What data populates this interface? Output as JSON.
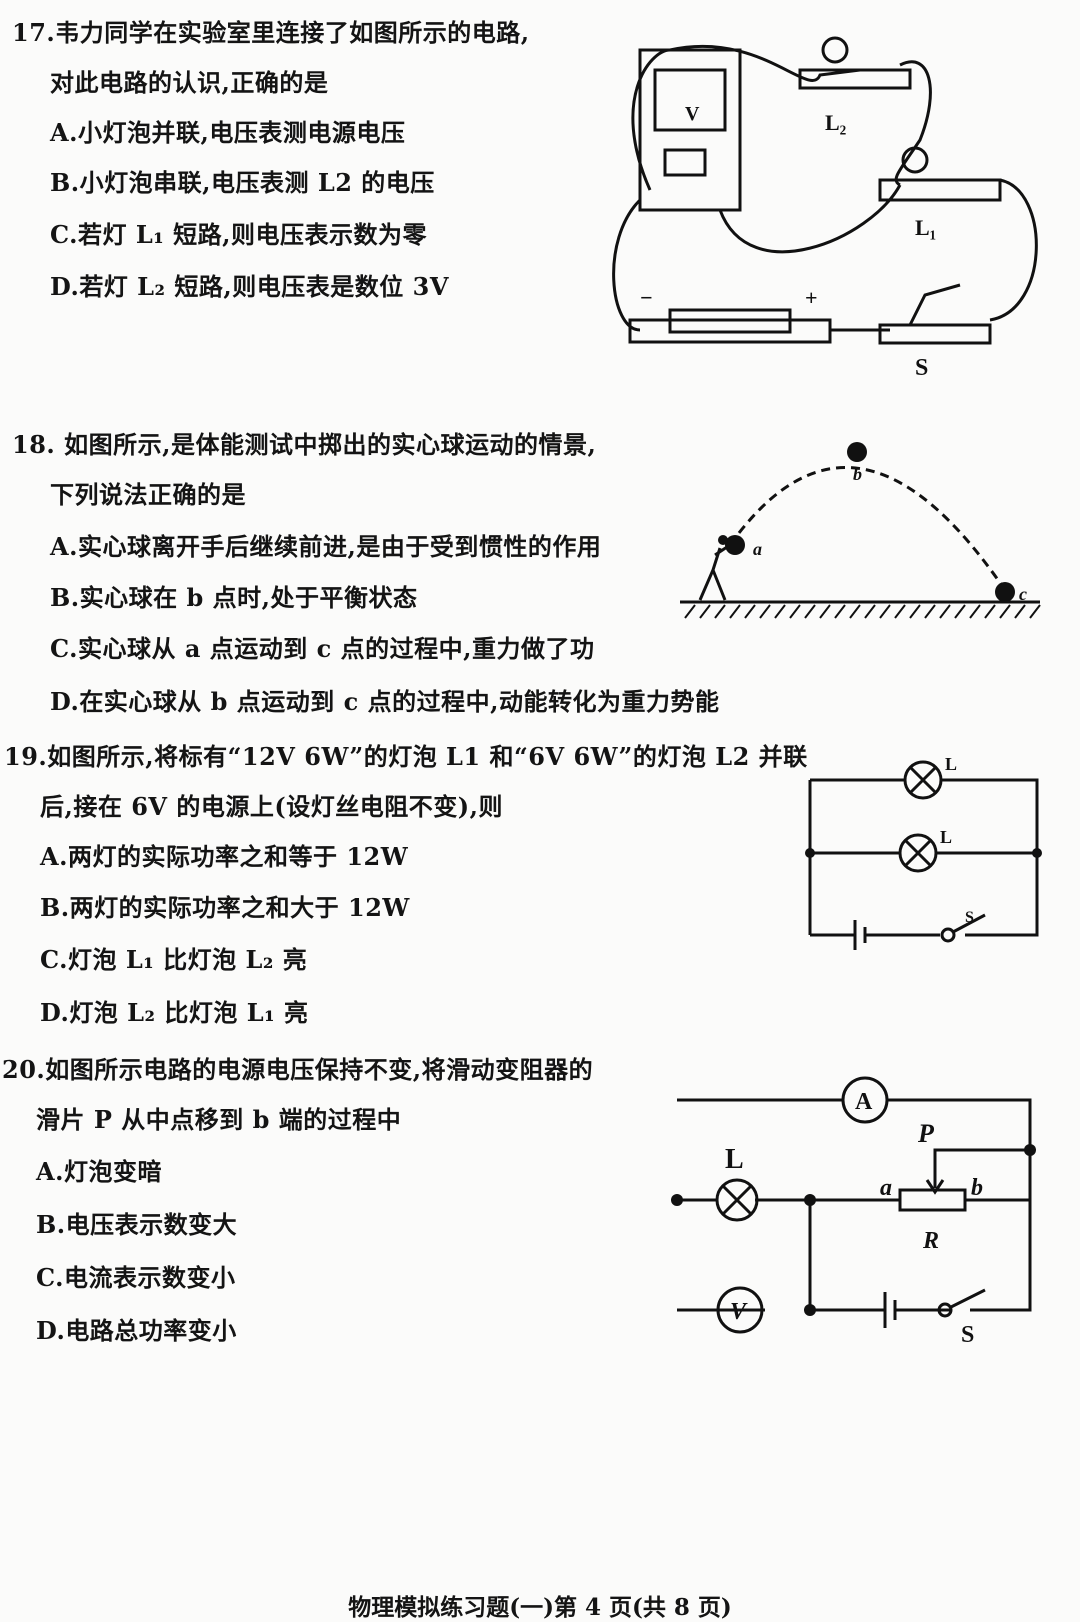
{
  "q17": {
    "stem": [
      "17.韦力同学在实验室里连接了如图所示的电路,",
      "对此电路的认识,正确的是"
    ],
    "options": [
      "A.小灯泡并联,电压表测电源电压",
      "B.小灯泡串联,电压表测 L2 的电压",
      "C.若灯 L₁ 短路,则电压表示数为零",
      "D.若灯 L₂ 短路,则电压表是数位 3V"
    ],
    "figure": {
      "meter": "V",
      "l2": "L₂",
      "l1": "L₁",
      "minus": "−",
      "plus": "+",
      "switch": "S"
    }
  },
  "q18": {
    "stem": [
      "18. 如图所示,是体能测试中掷出的实心球运动的情景,",
      "下列说法正确的是"
    ],
    "options": [
      "A.实心球离开手后继续前进,是由于受到惯性的作用",
      "B.实心球在 b 点时,处于平衡状态",
      "C.实心球从 a 点运动到 c 点的过程中,重力做了功",
      "D.在实心球从 b 点运动到 c 点的过程中,动能转化为重力势能"
    ],
    "figure": {
      "a": "a",
      "b": "b",
      "c": "c"
    }
  },
  "q19": {
    "stem": [
      "19.如图所示,将标有“12V 6W”的灯泡 L1 和“6V 6W”的灯泡 L2 并联",
      "后,接在 6V 的电源上(设灯丝电阻不变),则"
    ],
    "options": [
      "A.两灯的实际功率之和等于 12W",
      "B.两灯的实际功率之和大于 12W",
      "C.灯泡 L₁ 比灯泡 L₂ 亮",
      "D.灯泡 L₂ 比灯泡 L₁ 亮"
    ],
    "figure": {
      "l_top": "L",
      "l_bottom": "L",
      "switch": "S"
    }
  },
  "q20": {
    "stem": [
      "20.如图所示电路的电源电压保持不变,将滑动变阻器的",
      "滑片 P 从中点移到 b 端的过程中"
    ],
    "options": [
      "A.灯泡变暗",
      "B.电压表示数变大",
      "C.电流表示数变小",
      "D.电路总功率变小"
    ],
    "figure": {
      "ammeter": "A",
      "voltmeter": "V",
      "lamp": "L",
      "p": "P",
      "a": "a",
      "b": "b",
      "r": "R",
      "switch": "S"
    }
  },
  "footer": "物理模拟练习题(一)第 4 页(共 8 页)"
}
